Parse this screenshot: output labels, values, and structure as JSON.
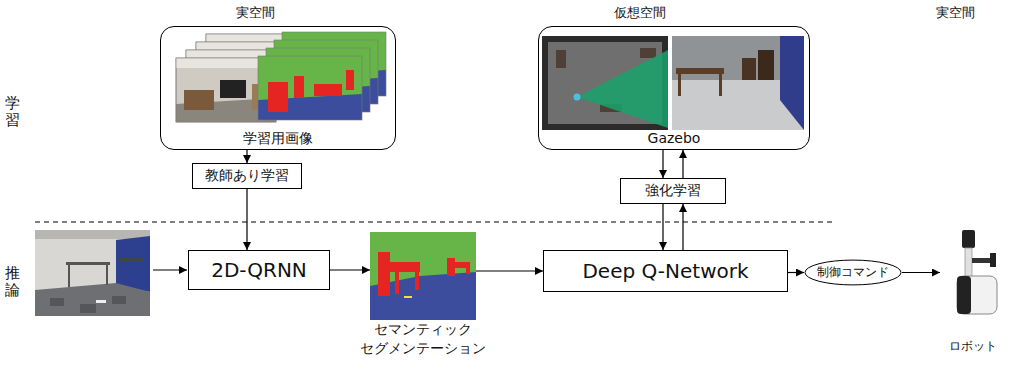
{
  "diagram": {
    "nodes": [
      {
        "text": [
          "学習用画像"
        ]
      },
      {
        "text": [
          "教師あり学習"
        ]
      },
      {
        "text": [
          "2D-QRNN"
        ]
      },
      {
        "text": [
          "セマンティック セグメンテーション"
        ]
      },
      {
        "text": [
          "Gazebo"
        ]
      },
      {
        "text": [
          "強化学習"
        ]
      },
      {
        "text": [
          "Deep Q-Network"
        ]
      },
      {
        "text": [
          "制御コマンド"
        ]
      },
      {
        "text": [
          "ロボット"
        ]
      }
    ],
    "edges": [
      {
        "from": 0,
        "to": 1,
        "arrow": "to"
      },
      {
        "from": 1,
        "to": 2,
        "arrow": "to"
      },
      {
        "from": 2,
        "to": 3,
        "arrow": "to"
      },
      {
        "from": 3,
        "to": 6,
        "arrow": "to"
      },
      {
        "from": 4,
        "to": 5,
        "arrow": "to"
      },
      {
        "from": 5,
        "to": 4,
        "arrow": "to"
      },
      {
        "from": 5,
        "to": 6,
        "arrow": "to"
      },
      {
        "from": 6,
        "to": 5,
        "arrow": "to"
      },
      {
        "from": 6,
        "to": 7,
        "arrow": "to"
      },
      {
        "from": 7,
        "to": 8,
        "arrow": "to"
      }
    ],
    "labels": [
      "実空間",
      "仮想空間",
      "実空間",
      "学習",
      "推論"
    ]
  }
}
